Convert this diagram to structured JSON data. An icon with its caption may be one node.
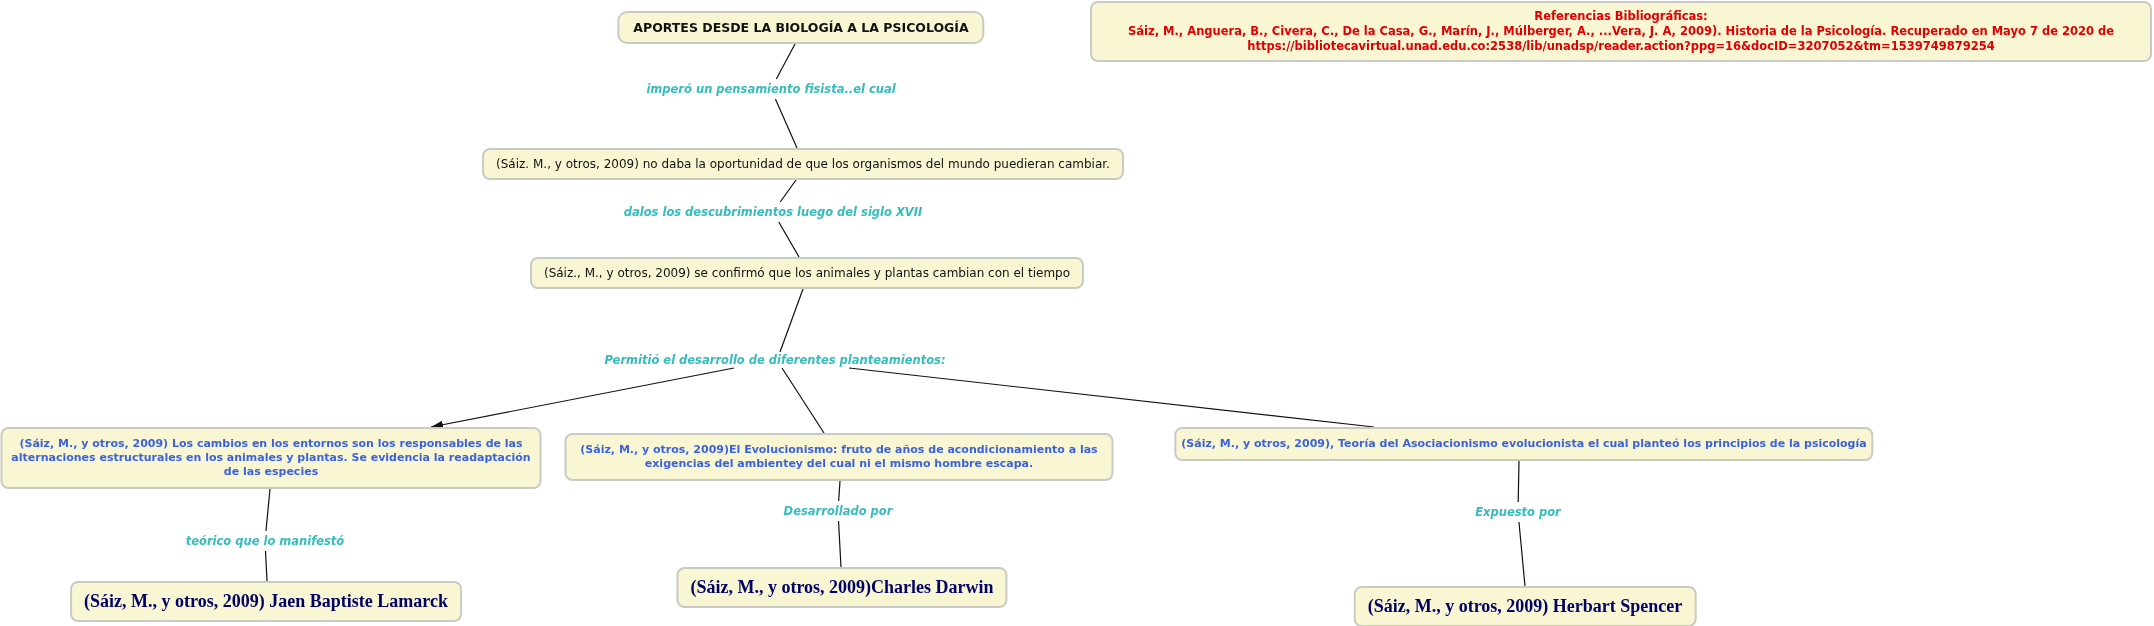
{
  "diagram": {
    "nodes": [
      {
        "text": [
          "APORTES DESDE LA BIOLOGÍA A LA PSICOLOGÍA"
        ]
      },
      {
        "text": [
          "Referencias Bibliográficas:",
          "Sáiz, M., Anguera, B., Civera, C., De la Casa, G., Marín, J., Múlberger, A., ...Vera, J. A, 2009). Historia de la Psicología. Recuperado en Mayo 7 de 2020 de https://bibliotecavirtual.unad.edu.co:2538/lib/unadsp/reader.action?ppg=16&docID=3207052&tm=1539749879254"
        ]
      },
      {
        "text": [
          "(Sáiz. M., y otros, 2009) no daba la oportunidad de que los organismos del mundo puedieran cambiar."
        ]
      },
      {
        "text": [
          "(Sáiz., M., y otros, 2009) se confirmó que los animales y plantas cambian con el tiempo"
        ]
      },
      {
        "text": [
          "Permitió el desarrollo de diferentes planteamientos:"
        ]
      },
      {
        "text": [
          "(Sáiz, M., y otros, 2009) Los cambios en los entornos son los responsables de las alternaciones estructurales en los animales y plantas. Se evidencia la readaptación de las especies"
        ]
      },
      {
        "text": [
          "(Sáiz, M., y otros, 2009)El Evolucionismo: fruto de años de acondicionamiento a las exigencias del ambientey del cual ni el mismo hombre escapa."
        ]
      },
      {
        "text": [
          "(Sáiz, M., y otros, 2009), Teoría del Asociacionismo evolucionista el cual planteó los principios de la psicología"
        ]
      },
      {
        "text": [
          "(Sáiz, M., y otros, 2009) Jaen Baptiste Lamarck"
        ]
      },
      {
        "text": [
          "(Sáiz, M., y otros, 2009)Charles Darwin"
        ]
      },
      {
        "text": [
          "(Sáiz, M., y otros, 2009) Herbart Spencer"
        ]
      }
    ],
    "edges": [
      {
        "from": 0,
        "to": 2,
        "arrow": "none",
        "label": "imperó un pensamiento fisista..el cual"
      },
      {
        "from": 2,
        "to": 3,
        "arrow": "none",
        "label": "dalos los descubrimientos luego del siglo XVII"
      },
      {
        "from": 3,
        "to": 4,
        "arrow": "none"
      },
      {
        "from": 4,
        "to": 5,
        "arrow": "to"
      },
      {
        "from": 4,
        "to": 6,
        "arrow": "none"
      },
      {
        "from": 4,
        "to": 7,
        "arrow": "none"
      },
      {
        "from": 5,
        "to": 8,
        "arrow": "none",
        "label": "teórico que lo manifestó"
      },
      {
        "from": 6,
        "to": 9,
        "arrow": "none",
        "label": "Desarrollado por"
      },
      {
        "from": 7,
        "to": 10,
        "arrow": "none",
        "label": "Expuesto por"
      }
    ]
  }
}
